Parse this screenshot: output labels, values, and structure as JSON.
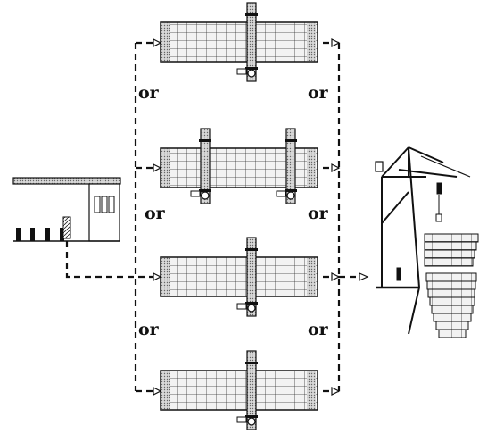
{
  "connector_word": "or",
  "yard_options": [
    {
      "id": "option-1",
      "gantry_count": 1
    },
    {
      "id": "option-2",
      "gantry_count": 2
    },
    {
      "id": "option-3",
      "gantry_count": 1
    },
    {
      "id": "option-4",
      "gantry_count": 1
    }
  ],
  "components": [
    "gate-building",
    "container-yard-block",
    "rail-mounted-gantry-crane",
    "quay-crane",
    "container-vessel"
  ],
  "colors": {
    "line": "#111111",
    "block_fill": "#e6e6e6",
    "grid": "#444444",
    "crane": "#cfcfcf"
  }
}
